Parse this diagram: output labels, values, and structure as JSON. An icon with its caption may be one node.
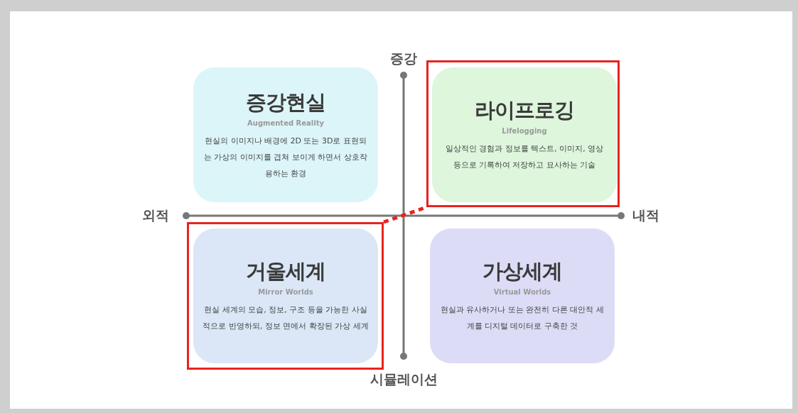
{
  "diagram": {
    "nodes": [
      {
        "text": [
          "증강현실",
          "Augmented Reality",
          "현실의 이미지나 배경에 2D 또는 3D로 표현되는 가상의 이미지를 겹쳐 보이게 하면서 상호작용하는 환경"
        ]
      },
      {
        "text": [],
        "shape": "box"
      },
      {
        "text": [
          "라이프로깅",
          "Lifelogging",
          "일상적인 경험과 정보를 텍스트, 이미지, 영상 등으로 기록하여 저장하고 묘사하는 기술"
        ],
        "in": 1
      },
      {
        "text": [],
        "shape": "box"
      },
      {
        "text": [
          "거울세계",
          "Mirror Worlds",
          "현실 세계의 모습, 정보, 구조 등을 가능한 사실적으로 반영하되, 정보 면에서 확장된 가상 세계"
        ],
        "in": 3
      },
      {
        "text": [
          "가상세계",
          "Virtual Worlds",
          "현실과 유사하거나 또는 완전히 다른 대안적 세계를 디지털 데이터로 구축한 것"
        ]
      }
    ],
    "edges": [
      {
        "from": 3,
        "to": 1,
        "arrow": "none",
        "style": "dashed",
        "color": "#e8231f"
      }
    ],
    "labels": [
      "증강",
      "외적",
      "내적",
      "시뮬레이션"
    ]
  }
}
